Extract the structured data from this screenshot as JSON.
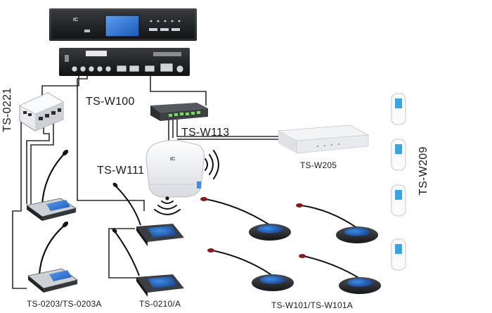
{
  "labels": {
    "ts0221": "TS-0221",
    "tsw100": "TS-W100",
    "tsw113": "TS-W113",
    "tsw111": "TS-W111",
    "tsw205": "TS-W205",
    "tsw209": "TS-W209",
    "ts0203": "TS-0203/TS-0203A",
    "ts0210": "TS-0210/A",
    "tsw101": "TS-W101/TS-W101A"
  },
  "brand_mark": "IC",
  "colors": {
    "cable": "#2b2b2b",
    "rack": "#202124",
    "screen": "#2f6fd6",
    "white_device": "#f1f2f4",
    "antenna_blue": "#3aa0e0"
  }
}
